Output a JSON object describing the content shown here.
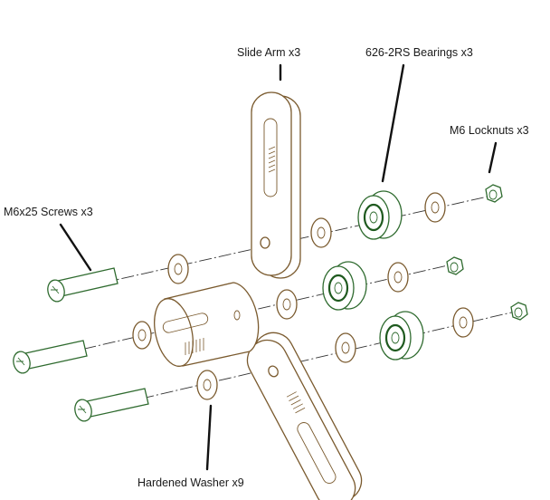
{
  "labels": {
    "slide_arm": "Slide Arm x3",
    "bearings": "626-2RS Bearings x3",
    "locknuts": "M6 Locknuts x3",
    "screws": "M6x25 Screws x3",
    "washer": "Hardened Washer x9"
  },
  "colors": {
    "background": "#ffffff",
    "printed_part": "#7a5a2e",
    "hardware": "#2f6b2f",
    "text": "#1a1a1a"
  }
}
